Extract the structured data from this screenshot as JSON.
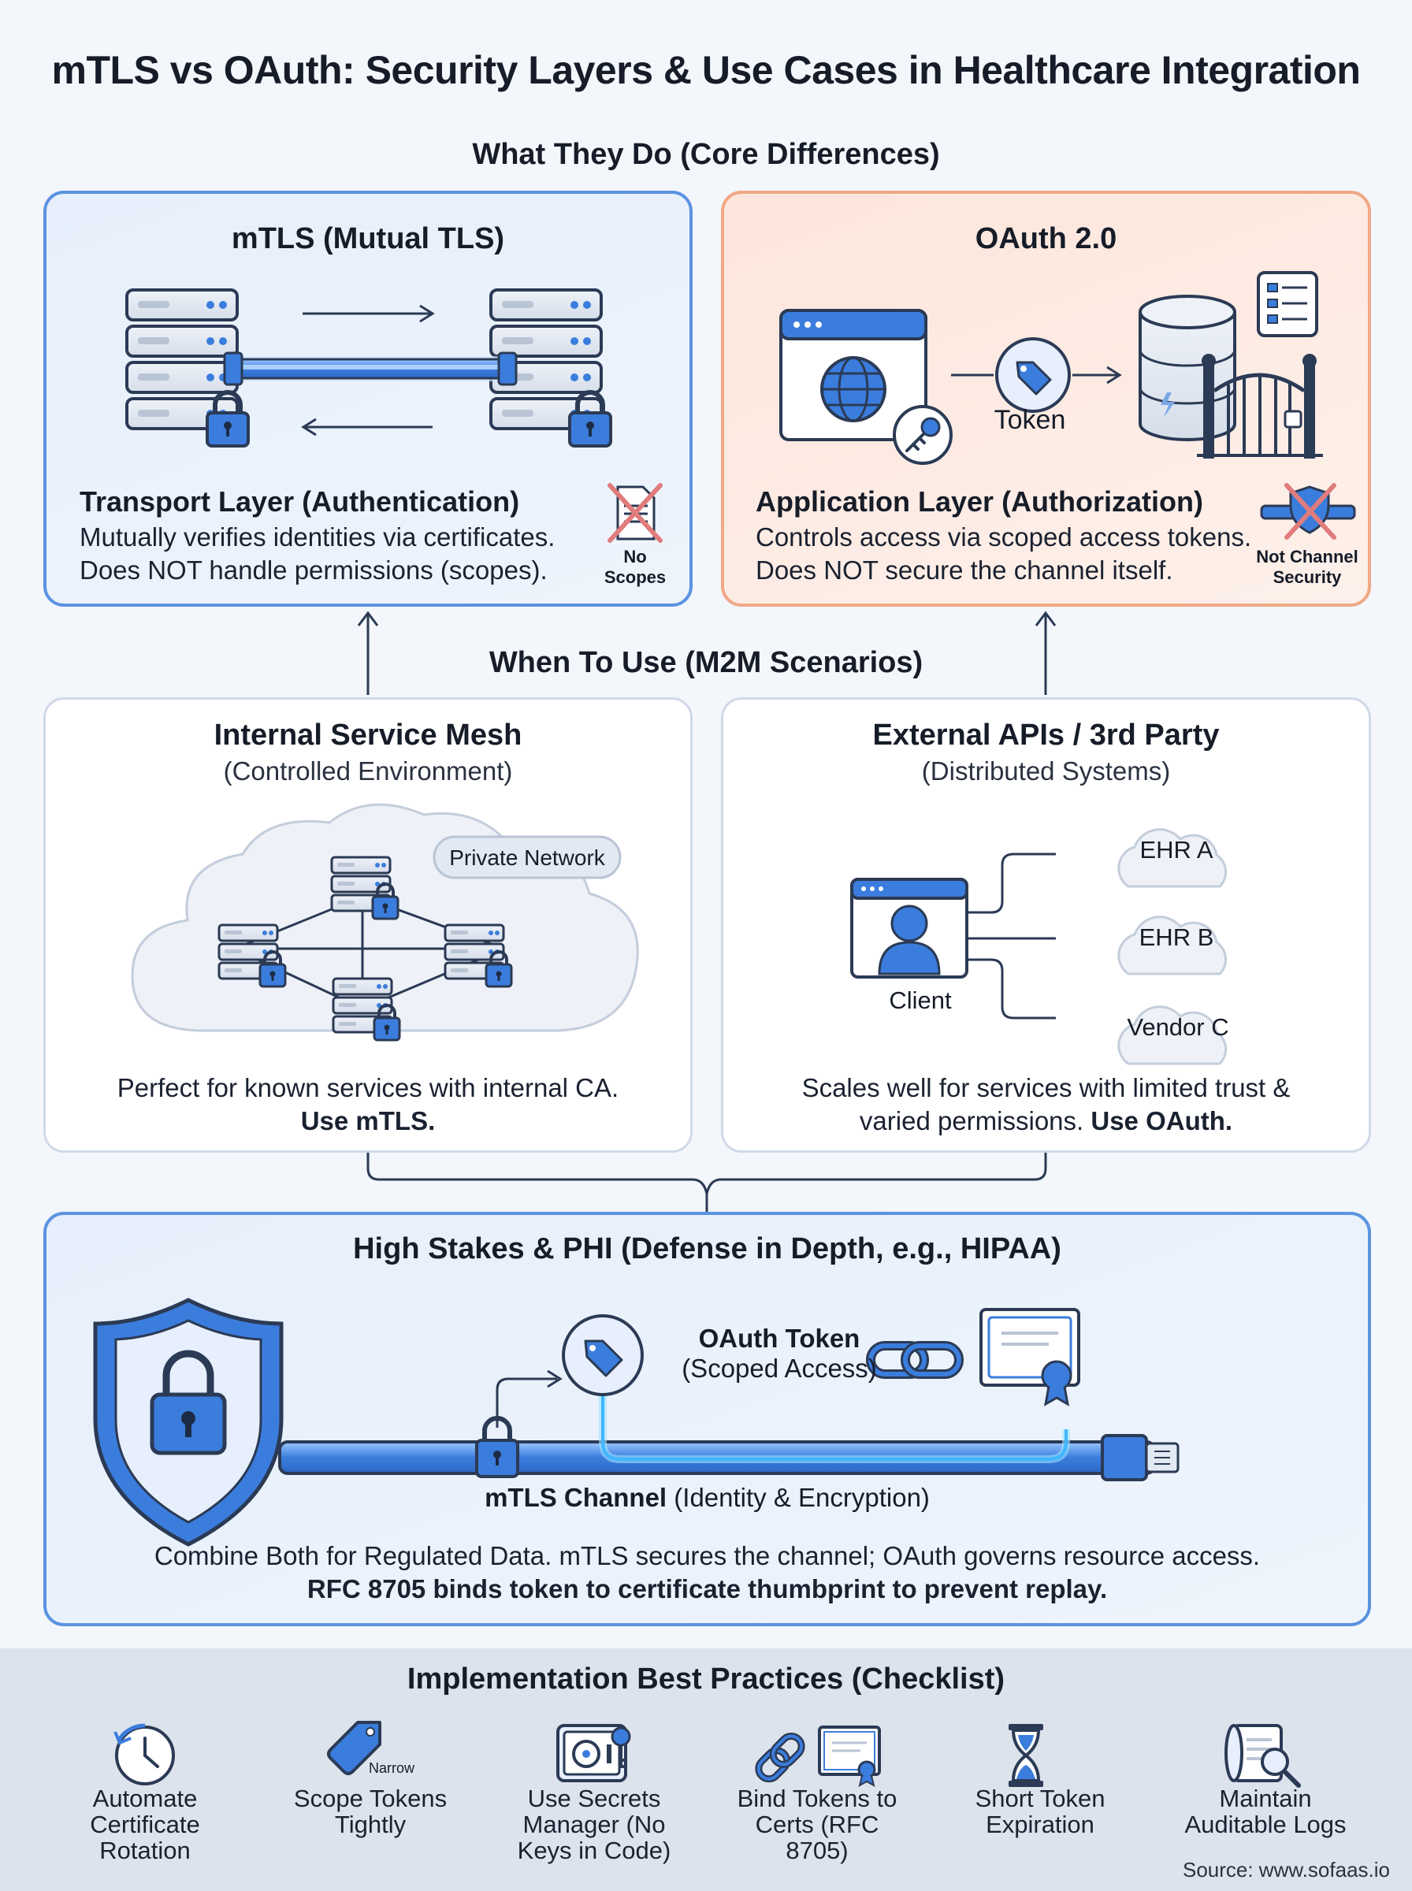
{
  "title": "mTLS vs OAuth: Security Layers & Use Cases in Healthcare Integration",
  "section_core": "What They Do (Core Differences)",
  "mtls_card": {
    "heading": "mTLS (Mutual TLS)",
    "layer_title": "Transport Layer (Authentication)",
    "line1": "Mutually verifies identities via certificates.",
    "line2": "Does NOT handle permissions (scopes).",
    "badge": "No Scopes"
  },
  "oauth_card": {
    "heading": "OAuth 2.0",
    "token_label": "Token",
    "layer_title": "Application Layer (Authorization)",
    "line1": "Controls access via scoped access tokens.",
    "line2": "Does NOT secure the channel itself.",
    "badge": "Not Channel Security"
  },
  "section_when": "When To Use (M2M Scenarios)",
  "internal_card": {
    "heading": "Internal Service Mesh",
    "sub": "(Controlled Environment)",
    "network_label": "Private Network",
    "line1": "Perfect for known services with internal CA.",
    "line2": "Use mTLS."
  },
  "external_card": {
    "heading": "External APIs / 3rd Party",
    "sub": "(Distributed Systems)",
    "client_label": "Client",
    "targets": [
      "EHR A",
      "EHR B",
      "Vendor C"
    ],
    "line1": "Scales well for services with limited trust &",
    "line2a": "varied permissions.",
    "line2b": "Use OAuth."
  },
  "phi_card": {
    "heading": "High Stakes & PHI (Defense in Depth, e.g., HIPAA)",
    "token_title": "OAuth Token",
    "token_sub": "(Scoped Access)",
    "channel_bold": "mTLS Channel",
    "channel_rest": "(Identity & Encryption)",
    "line1": "Combine Both for Regulated Data. mTLS secures the channel; OAuth governs resource access.",
    "line2": "RFC 8705 binds token to certificate thumbprint to prevent replay."
  },
  "best_practices": {
    "heading": "Implementation Best Practices (Checklist)",
    "items": [
      {
        "icon": "clock-rotate-icon",
        "label": "Automate Certificate Rotation"
      },
      {
        "icon": "tag-icon",
        "tag_text": "Narrow",
        "label": "Scope Tokens Tightly"
      },
      {
        "icon": "safe-icon",
        "label": "Use Secrets Manager (No Keys in Code)"
      },
      {
        "icon": "chain-certificate-icon",
        "label": "Bind Tokens to Certs (RFC 8705)"
      },
      {
        "icon": "hourglass-icon",
        "label": "Short Token Expiration"
      },
      {
        "icon": "log-search-icon",
        "label": "Maintain Auditable Logs"
      }
    ],
    "source": "Source: www.sofaas.io"
  },
  "colors": {
    "blue_accent": "#3b7ddd",
    "blue_border": "#5b93e0",
    "orange_border": "#f0a886",
    "x_mark": "#e07c7c"
  }
}
